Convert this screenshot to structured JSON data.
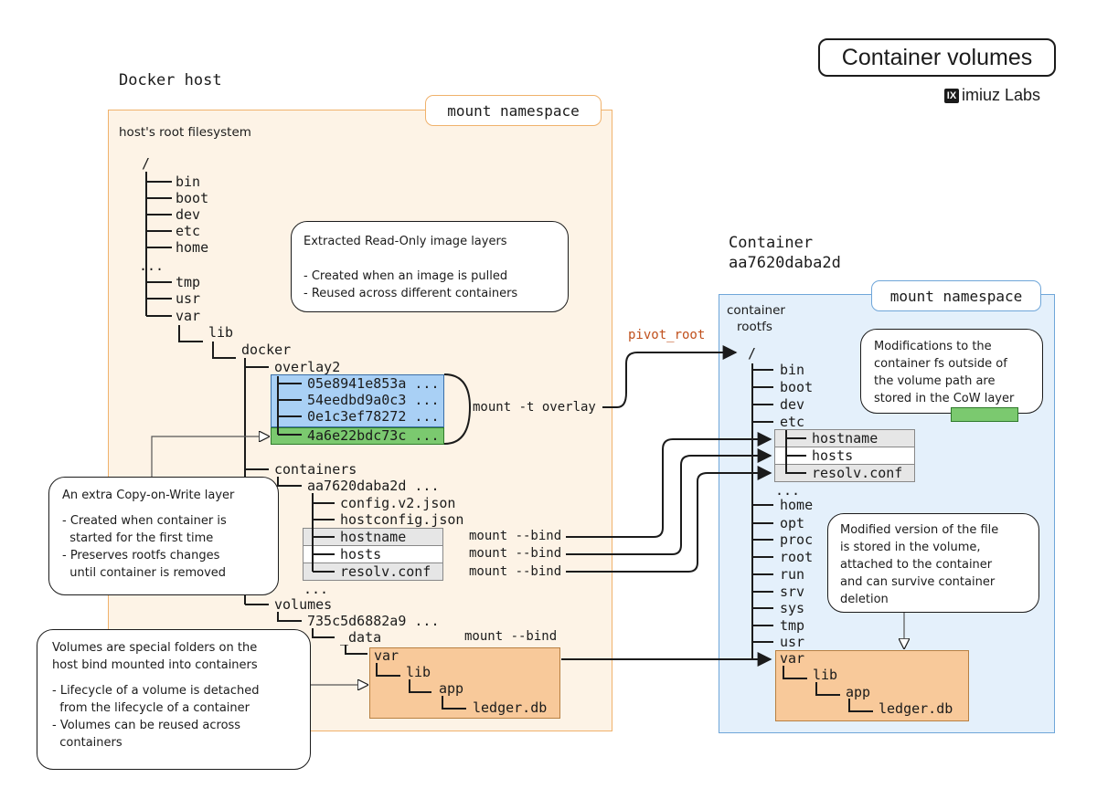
{
  "title": "Container volumes",
  "brand": "imiuz Labs",
  "brand_mark": "IX",
  "host": {
    "heading": "Docker host",
    "namespace_label": "mount namespace",
    "fs_label": "host's root filesystem",
    "root": "/",
    "root_dirs": [
      "bin",
      "boot",
      "dev",
      "etc",
      "home",
      "...",
      "tmp",
      "usr",
      "var"
    ],
    "lib": "lib",
    "docker": "docker",
    "overlay2": "overlay2",
    "layers": [
      "05e8941e853a ...",
      "54eedbd9a0c3 ...",
      "0e1c3ef78272 ...",
      "4a6e22bdc73c ..."
    ],
    "containers": "containers",
    "container_id": "aa7620daba2d ...",
    "container_files": [
      "config.v2.json",
      "hostconfig.json",
      "hostname",
      "hosts",
      "resolv.conf",
      "..."
    ],
    "volumes": "volumes",
    "volume_id": "735c5d6882a9 ...",
    "data": "_data",
    "vol_tree": [
      "var",
      "lib",
      "app",
      "ledger.db"
    ]
  },
  "container": {
    "heading_line1": "Container",
    "heading_line2": "aa7620daba2d",
    "namespace_label": "mount namespace",
    "rootfs_line1": "container",
    "rootfs_line2": "rootfs",
    "root": "/",
    "dirs_top": [
      "bin",
      "boot",
      "dev",
      "etc"
    ],
    "etc_files": [
      "hostname",
      "hosts",
      "resolv.conf"
    ],
    "etc_more": "...",
    "dirs_bottom": [
      "home",
      "opt",
      "proc",
      "root",
      "run",
      "srv",
      "sys",
      "tmp",
      "usr"
    ],
    "vol_tree": [
      "var",
      "lib",
      "app",
      "ledger.db"
    ]
  },
  "edges": {
    "overlay": "mount -t overlay",
    "pivot": "pivot_root",
    "bind": "mount --bind"
  },
  "notes": {
    "readonly": [
      "Extracted Read-Only image layers",
      "",
      "- Created when an image is pulled",
      "- Reused across different containers"
    ],
    "cow": [
      "An extra Copy-on-Write layer",
      "",
      "- Created when container is",
      "  started for the first time",
      "- Preserves rootfs changes",
      "  until container is removed"
    ],
    "volumes": [
      "Volumes are special folders on the",
      "host bind mounted into containers",
      "",
      "- Lifecycle of a volume is detached",
      "  from the lifecycle of a container",
      "- Volumes can be reused across",
      "  containers"
    ],
    "modifications": [
      "Modifications to the",
      "container fs outside of",
      "the volume path are",
      "stored in the CoW layer"
    ],
    "modified_file": [
      "Modified version of the file",
      "is stored in the volume,",
      "attached to the container",
      "and can survive container",
      "deletion"
    ]
  },
  "colors": {
    "host_ns": "#fdf3e6",
    "container_ns": "#e4f0fb",
    "readonly_layer": "#a9d0f5",
    "cow_layer": "#7bc96f",
    "volume": "#f8c99a",
    "pivot_label": "#c0501c"
  }
}
